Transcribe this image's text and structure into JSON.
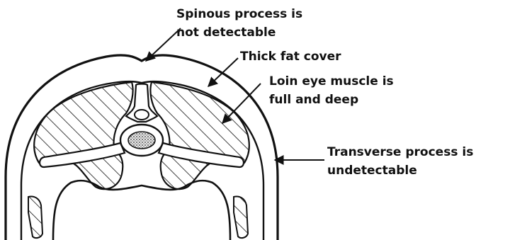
{
  "labels": {
    "spinous": {
      "line1": "Spinous process is",
      "line2": "not detectable"
    },
    "fat": {
      "line1": "Thick fat cover"
    },
    "loin": {
      "line1": "Loin eye muscle is",
      "line2": "full and deep"
    },
    "transverse": {
      "line1": "Transverse process is",
      "line2": "undetectable"
    }
  },
  "colors": {
    "ink": "#111111",
    "background": "#ffffff",
    "vertebra_fill": "#ffffff",
    "marrow_fill": "#9a9a9a"
  }
}
